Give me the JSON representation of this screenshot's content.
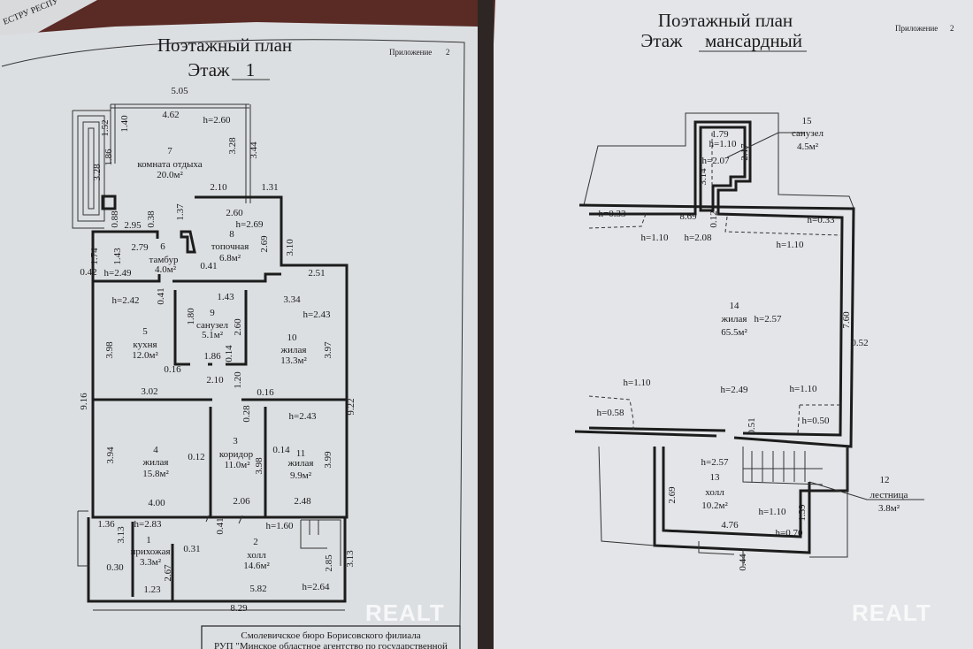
{
  "corner_stamp_text": "ЕСТРУ РЕСПУ",
  "left_page": {
    "title": "Поэтажный план",
    "floor_prefix": "Этаж",
    "floor_value": "1",
    "appendix_label": "Приложение",
    "appendix_number": "2",
    "footer_line1": "Смолевичское бюро Борисовского филиала",
    "footer_line2": "РУП \"Минское областное агентство по государственной",
    "watermark": "REALT"
  },
  "right_page": {
    "title": "Поэтажный план",
    "floor_prefix": "Этаж",
    "floor_value": "мансардный",
    "appendix_label": "Приложение",
    "appendix_number": "2",
    "watermark": "REALT"
  },
  "labels": {
    "floor1": [
      "5.05",
      "4.62",
      "h=2.60",
      "1.40",
      "1.52",
      "3.28",
      "3.44",
      "7",
      "комната отдыха",
      "20.0м²",
      "1.86",
      "3.28",
      "2.10",
      "1.31",
      "2.60",
      "h=2.69",
      "1.37",
      "0.88",
      "2.95",
      "0.38",
      "8",
      "топочная",
      "6.8м²",
      "2.69",
      "3.10",
      "2.79",
      "6",
      "тамбур",
      "4.0м²",
      "1.43",
      "1.74",
      "0.42",
      "0.41",
      "2.51",
      "h=2.49",
      "h=2.42",
      "0.41",
      "1.43",
      "3.34",
      "9",
      "санузел",
      "5.1м²",
      "1.80",
      "2.60",
      "h=2.43",
      "5",
      "кухня",
      "12.0м²",
      "10",
      "жилая",
      "13.3м²",
      "3.98",
      "3.97",
      "1.86",
      "0.14",
      "0.16",
      "2.10",
      "1.20",
      "0.16",
      "3.02",
      "9.16",
      "9.22",
      "0.28",
      "h=2.43",
      "4",
      "жилая",
      "15.8м²",
      "3",
      "коридор",
      "11.0м²",
      "11",
      "жилая",
      "9.9м²",
      "0.12",
      "0.14",
      "3.94",
      "3.98",
      "3.99",
      "4.00",
      "2.06",
      "2.48",
      "1.36",
      "3.13",
      "h=2.83",
      "0.41",
      "h=1.60",
      "1",
      "прихожая",
      "3.3м²",
      "0.31",
      "2",
      "холл",
      "14.6м²",
      "0.30",
      "2.67",
      "2.85",
      "3.13",
      "1.23",
      "5.82",
      "h=2.64",
      "8.29"
    ],
    "attic": [
      "15",
      "санузел",
      "4.5м²",
      "1.79",
      "h=1.10",
      "2.17",
      "h=2.07",
      "3.14",
      "h=0.33",
      "8.69",
      "0.12",
      "h=0.33",
      "h=1.10",
      "h=2.08",
      "h=1.10",
      "14",
      "жилая",
      "65.5м²",
      "h=2.57",
      "7.60",
      "0.52",
      "h=2.49",
      "h=1.10",
      "h=1.10",
      "h=0.58",
      "h=0.50",
      "0.51",
      "h=2.57",
      "13",
      "холл",
      "10.2м²",
      "12",
      "лестница",
      "3.8м²",
      "2.69",
      "1.39",
      "h=1.10",
      "4.76",
      "h=0.70",
      "0.44"
    ]
  }
}
